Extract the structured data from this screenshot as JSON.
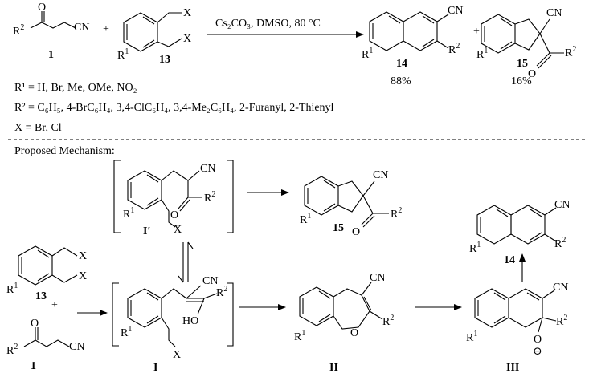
{
  "top": {
    "reagent1": {
      "r": "R",
      "r_sup": "2",
      "o": "O",
      "cn": "CN",
      "number": "1"
    },
    "plus1": "+",
    "reagent13": {
      "x1": "X",
      "x2": "X",
      "r": "R",
      "r_sup": "1",
      "number": "13"
    },
    "conditions": "Cs₂CO₃, DMSO, 80 °C",
    "product14": {
      "cn": "CN",
      "r1": "R",
      "r1_sup": "1",
      "r2": "R",
      "r2_sup": "2",
      "number": "14",
      "yield": "88%"
    },
    "plus2": "+",
    "product15": {
      "cn": "CN",
      "r1": "R",
      "r1_sup": "1",
      "o": "O",
      "r2": "R",
      "r2_sup": "2",
      "number": "15",
      "yield": "16%"
    }
  },
  "substituents": {
    "r1_line": "R¹ = H, Br, Me, OMe, NO₂",
    "r2_line": "R² = C₆H₅, 4-BrC₆H₄, 3,4-ClC₆H₄, 3,4-Me₂C₆H₄, 2-Furanyl, 2-Thienyl",
    "x_line": "X = Br, Cl"
  },
  "mechanism": {
    "title": "Proposed Mechanism:",
    "i_prime": {
      "cn": "CN",
      "o": "O",
      "r2": "R",
      "r2_sup": "2",
      "r1": "R",
      "r1_sup": "1",
      "x": "X",
      "label": "I′"
    },
    "p15": {
      "cn": "CN",
      "r1": "R",
      "r1_sup": "1",
      "o": "O",
      "r2": "R",
      "r2_sup": "2",
      "number": "15"
    },
    "c13": {
      "x1": "X",
      "x2": "X",
      "r": "R",
      "r_sup": "1",
      "number": "13"
    },
    "plus": "+",
    "c1": {
      "o": "O",
      "r": "R",
      "r_sup": "2",
      "cn": "CN",
      "number": "1"
    },
    "i": {
      "cn": "CN",
      "ho": "HO",
      "r2": "R",
      "r2_sup": "2",
      "r1": "R",
      "r1_sup": "1",
      "x": "X",
      "label": "I"
    },
    "ii": {
      "cn": "CN",
      "o": "O",
      "r2": "R",
      "r2_sup": "2",
      "r1": "R",
      "r1_sup": "1",
      "label": "II"
    },
    "iii": {
      "cn": "CN",
      "r2": "R",
      "r2_sup": "2",
      "o": "O",
      "charge": "⊖",
      "r1": "R",
      "r1_sup": "1",
      "label": "III"
    },
    "p14": {
      "cn": "CN",
      "r1": "R",
      "r1_sup": "1",
      "r2": "R",
      "r2_sup": "2",
      "number": "14"
    }
  }
}
